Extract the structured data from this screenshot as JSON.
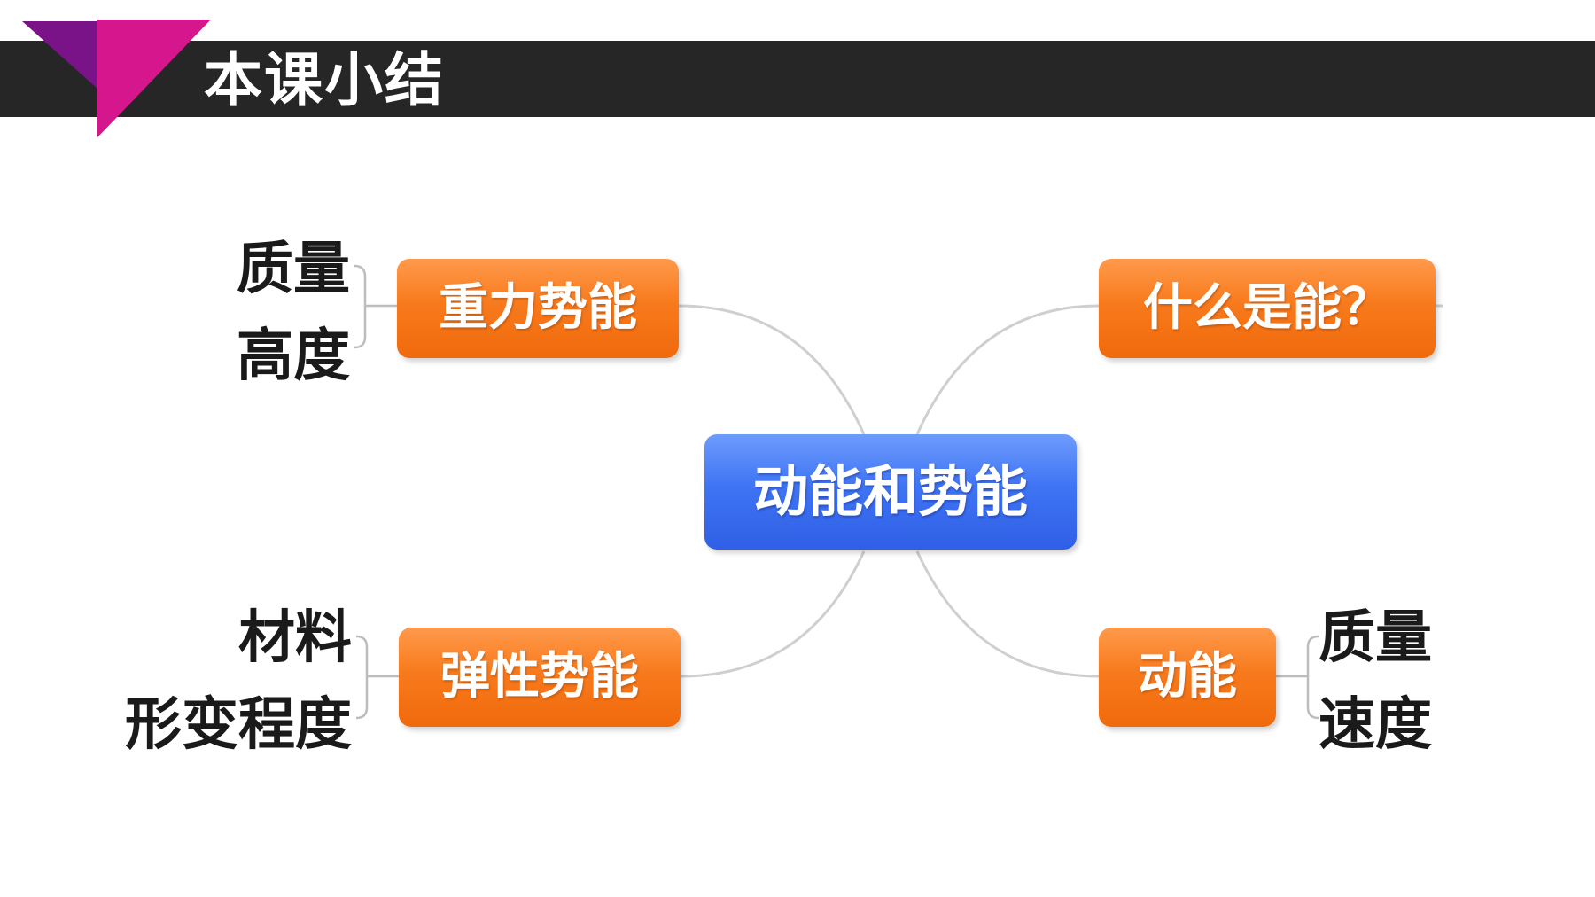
{
  "header": {
    "title": "本课小结"
  },
  "colors": {
    "header_bar": "#262626",
    "deco_magenta": "#d6168c",
    "deco_purple": "#7a1288",
    "node_orange": "#f87a1c",
    "node_blue": "#3f74f4",
    "connector": "#cfcfcf"
  },
  "mindmap": {
    "center": {
      "label": "动能和势能"
    },
    "branches": {
      "gravity": {
        "label": "重力势能",
        "leaves": [
          "质量",
          "高度"
        ]
      },
      "what_is_energy": {
        "label": "什么是能？",
        "leaves": []
      },
      "elastic": {
        "label": "弹性势能",
        "leaves": [
          "材料",
          "形变程度"
        ]
      },
      "kinetic": {
        "label": "动能",
        "leaves": [
          "质量",
          "速度"
        ]
      }
    }
  }
}
